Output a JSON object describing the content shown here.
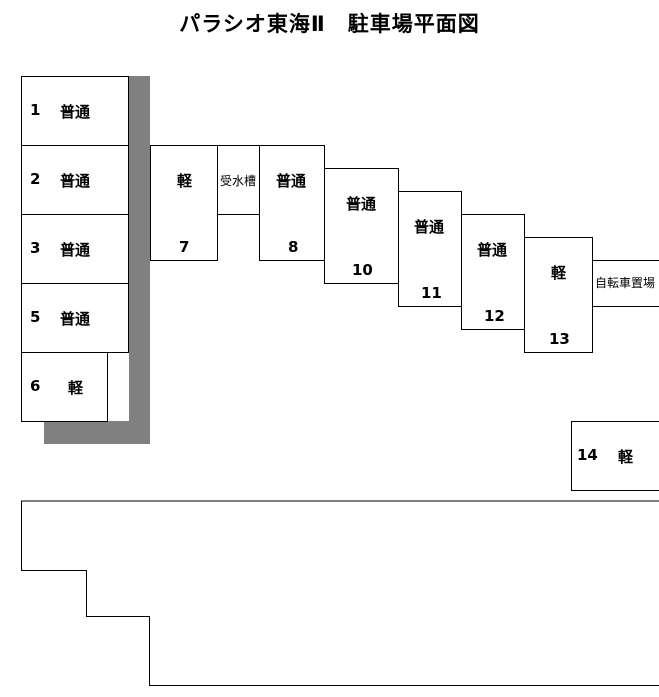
{
  "title": "パラシオ東海Ⅱ　駐車場平面図",
  "spaces": {
    "s1": {
      "number": "1",
      "type": "普通"
    },
    "s2": {
      "number": "2",
      "type": "普通"
    },
    "s3": {
      "number": "3",
      "type": "普通"
    },
    "s5": {
      "number": "5",
      "type": "普通"
    },
    "s6": {
      "number": "6",
      "type": "軽"
    },
    "s7": {
      "number": "7",
      "type": "軽"
    },
    "s8": {
      "number": "8",
      "type": "普通"
    },
    "s10": {
      "number": "10",
      "type": "普通"
    },
    "s11": {
      "number": "11",
      "type": "普通"
    },
    "s12": {
      "number": "12",
      "type": "普通"
    },
    "s13": {
      "number": "13",
      "type": "軽"
    },
    "s14": {
      "number": "14",
      "type": "軽"
    }
  },
  "facilities": {
    "water_tank": "受水槽",
    "bicycle_parking": "自転車置場"
  },
  "colors": {
    "wall_shadow": "#808080",
    "line": "#000000",
    "background": "#ffffff"
  }
}
